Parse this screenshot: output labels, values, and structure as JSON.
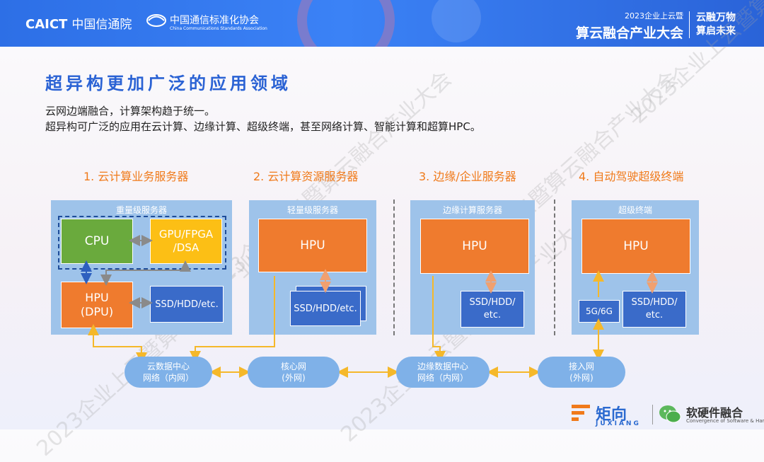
{
  "header": {
    "logo_caict": "CAICT",
    "logo_caict_cn": "中国信通院",
    "logo_ccsa_cn": "中国通信标准化协会",
    "logo_ccsa_en": "China Communications Standards Association",
    "conference_line1": "2023企业上云暨",
    "conference_line2": "算云融合产业大会",
    "slogan_line1": "云融万物",
    "slogan_line2": "算启未来"
  },
  "page_title": "超异构更加广泛的应用领域",
  "description": [
    "云网边端融合，计算架构趋于统一。",
    "超异构可广泛的应用在云计算、边缘计算、超级终端，甚至网络计算、智能计算和超算HPC。"
  ],
  "columns": [
    {
      "title": "1. 云计算业务服务器",
      "panel_title": "重量级服务器"
    },
    {
      "title": "2. 云计算资源服务器",
      "panel_title": "轻量级服务器"
    },
    {
      "title": "3. 边缘/企业服务器",
      "panel_title": "边缘计算服务器"
    },
    {
      "title": "4. 自动驾驶超级终端",
      "panel_title": "超级终端"
    }
  ],
  "boxes": {
    "cpu": "CPU",
    "gpu": "GPU/FPGA\n/DSA",
    "hpu_dpu": "HPU\n(DPU)",
    "ssd1": "SSD/HDD/etc.",
    "hpu2": "HPU",
    "ssd2": "SSD/HDD/etc.",
    "hpu3": "HPU",
    "ssd3": "SSD/HDD/\netc.",
    "hpu4": "HPU",
    "net4": "5G/6G",
    "ssd4": "SSD/HDD/\netc."
  },
  "clouds": [
    "云数据中心\n网络（内网）",
    "核心网\n(外网)",
    "边缘数据中心\n网络（内网）",
    "接入网\n(外网)"
  ],
  "watermark": "2023企业上云暨算云融合产业大会",
  "footer": {
    "brand1": "矩向",
    "brand1_sub": "JUXIANG",
    "brand2": "软硬件融合",
    "brand2_sub": "Convergence of Software & Hardware"
  },
  "colors": {
    "title": "#2a62d4",
    "column_title": "#f07a1a",
    "panel": "#9ec3ea",
    "hpu": "#ef7b2e",
    "cpu": "#6aaa3d",
    "gpu": "#fcbf15",
    "storage": "#3a6bc9",
    "link": "#f5b82a"
  }
}
